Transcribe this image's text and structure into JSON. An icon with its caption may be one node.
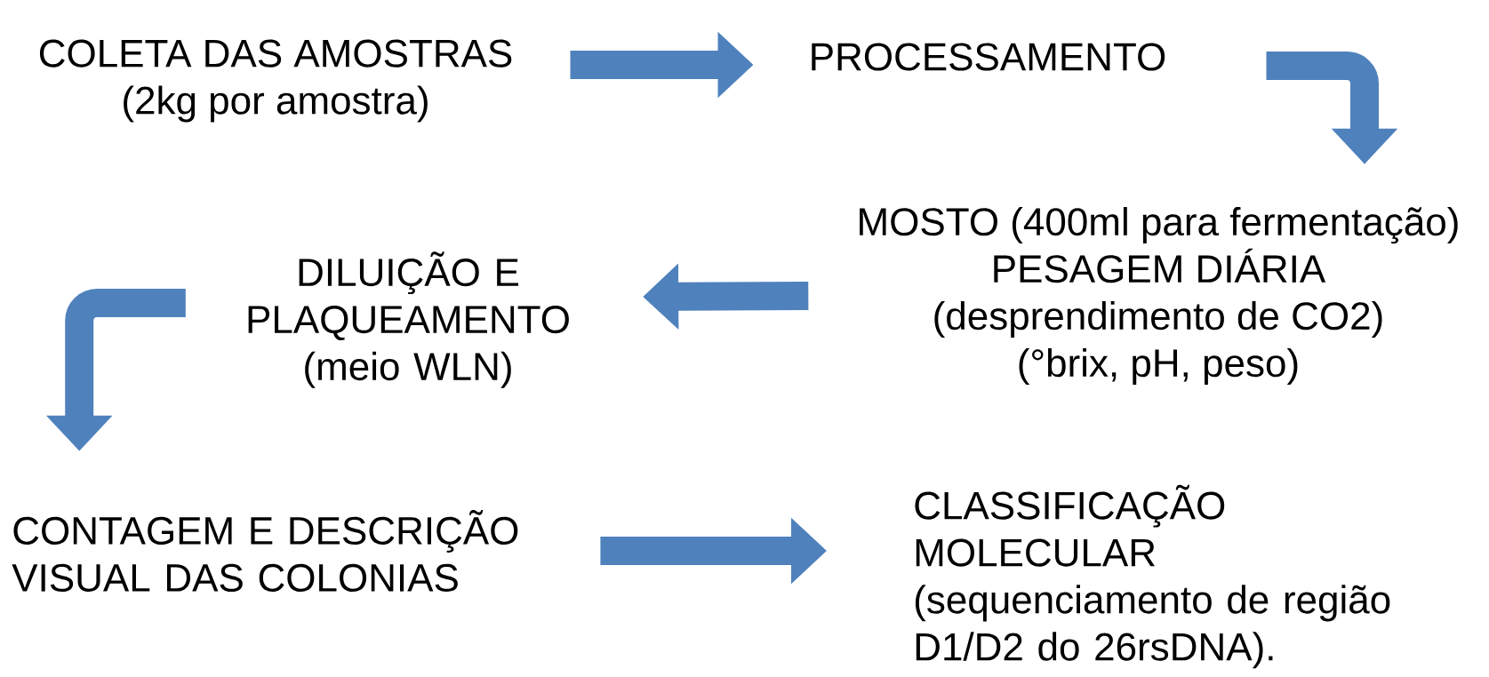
{
  "diagram": {
    "nodes": [
      {
        "text": [
          "COLETA DAS AMOSTRAS",
          "(2kg por amostra)"
        ]
      },
      {
        "text": [
          "PROCESSAMENTO"
        ]
      },
      {
        "text": [
          "MOSTO (400ml para fermentação)",
          "PESAGEM DIÁRIA",
          "(desprendimento de CO2)",
          "(°brix, pH, peso)"
        ]
      },
      {
        "text": [
          "DILUIÇÃO E PLAQUEAMENTO",
          "(meio WLN)"
        ]
      },
      {
        "text": [
          "CONTAGEM E DESCRIÇÃO VISUAL DAS COLONIAS"
        ]
      },
      {
        "text": [
          "CLASSIFICAÇÃO MOLECULAR",
          "(sequenciamento de região D1/D2 do 26rsDNA)."
        ]
      }
    ],
    "edges": [
      {
        "from": 0,
        "to": 1,
        "arrow": "to"
      },
      {
        "from": 1,
        "to": 2,
        "arrow": "to"
      },
      {
        "from": 2,
        "to": 3,
        "arrow": "to"
      },
      {
        "from": 3,
        "to": 4,
        "arrow": "to"
      },
      {
        "from": 4,
        "to": 5,
        "arrow": "to"
      }
    ]
  }
}
